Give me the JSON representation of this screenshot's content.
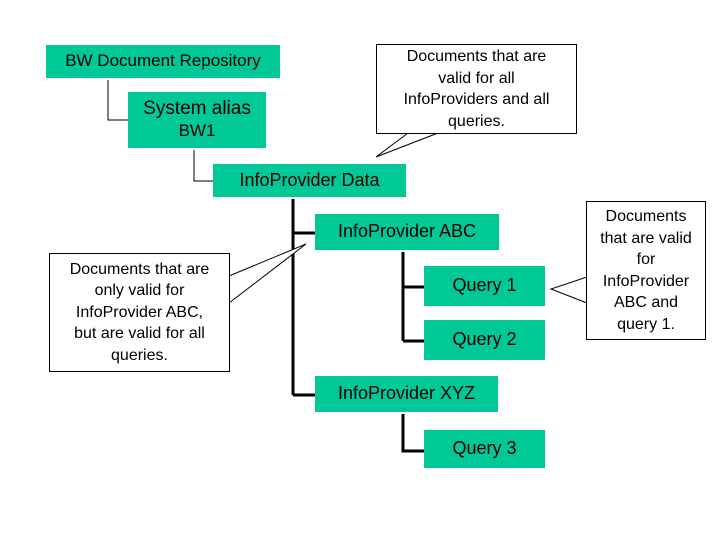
{
  "colors": {
    "node_fill": "#00c896",
    "line": "#000000",
    "callout_border": "#000000",
    "background": "#ffffff"
  },
  "nodes": {
    "repository": "BW Document Repository",
    "system_alias": {
      "line1": "System alias",
      "line2": "BW1"
    },
    "infoprovider_data": "InfoProvider Data",
    "infoprovider_abc": "InfoProvider ABC",
    "query1": "Query 1",
    "query2": "Query 2",
    "infoprovider_xyz": "InfoProvider XYZ",
    "query3": "Query 3"
  },
  "callouts": {
    "top": [
      "Documents that are",
      "valid for all",
      "InfoProviders and all",
      "queries."
    ],
    "left": [
      "Documents that are",
      "only valid for",
      "InfoProvider ABC,",
      "but are valid for all",
      "queries."
    ],
    "right": [
      "Documents",
      "that are valid",
      "for",
      "InfoProvider",
      "ABC and",
      "query 1."
    ]
  }
}
